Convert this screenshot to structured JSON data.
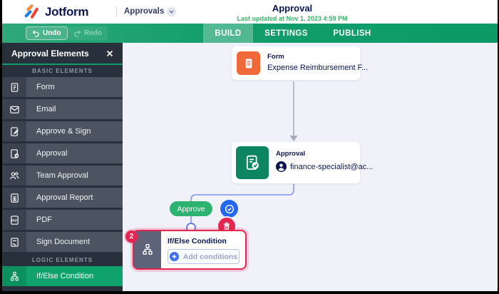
{
  "header": {
    "brand": "Jotform",
    "product": "Approvals",
    "title": "Approval",
    "last_updated": "Last updated at Nov 1, 2023 4:59 PM"
  },
  "toolbar": {
    "undo_label": "Undo",
    "redo_label": "Redo",
    "tabs": [
      {
        "label": "BUILD",
        "active": true
      },
      {
        "label": "SETTINGS",
        "active": false
      },
      {
        "label": "PUBLISH",
        "active": false
      }
    ]
  },
  "sidebar": {
    "title": "Approval Elements",
    "sections": [
      {
        "label": "BASIC ELEMENTS",
        "items": [
          "Form",
          "Email",
          "Approve & Sign",
          "Approval",
          "Team Approval",
          "Approval Report",
          "PDF",
          "Sign Document"
        ]
      },
      {
        "label": "LOGIC ELEMENTS",
        "items": [
          "If/Else Condition"
        ]
      }
    ]
  },
  "canvas": {
    "form_node": {
      "type_label": "Form",
      "title": "Expense Reimbursement F..."
    },
    "approval_node": {
      "type_label": "Approval",
      "assignee": "finance-specialist@ac..."
    },
    "branch_label": "Approve",
    "ifelse_node": {
      "title": "If/Else Condition",
      "add_button": "Add conditions",
      "badge": "2"
    }
  },
  "colors": {
    "navy": "#0a1551",
    "toolbar_green": "#0f9d69",
    "sidebar_dark": "#27303b",
    "item_green": "#10a26c",
    "canvas_bg": "#f1f1fa",
    "orange": "#f0693a",
    "node_green": "#0c8560",
    "approve_pill": "#2db36f",
    "action_blue": "#2566f2",
    "danger_red": "#e4254f",
    "connector_blue": "#7e90f2",
    "updated_green": "#36b368"
  }
}
